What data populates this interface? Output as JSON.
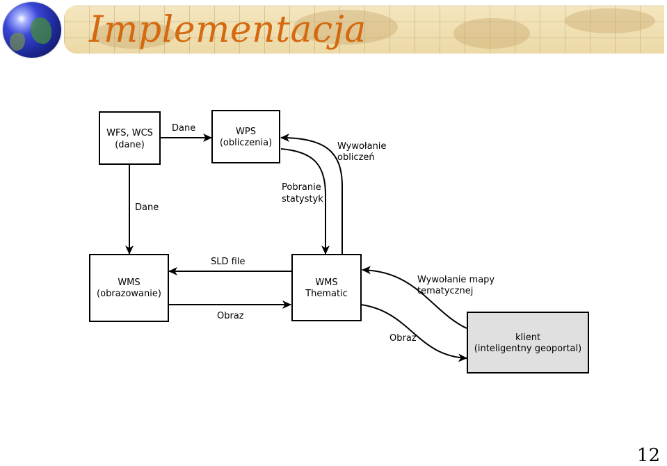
{
  "slide": {
    "title": "Implementacja",
    "page_number": "12"
  },
  "diagram": {
    "nodes": {
      "wfs": {
        "line1": "WFS, WCS",
        "line2": "(dane)"
      },
      "wps": {
        "line1": "WPS",
        "line2": "(obliczenia)"
      },
      "wms": {
        "line1": "WMS",
        "line2": "(obrazowanie)"
      },
      "wmst": {
        "line1": "WMS",
        "line2": "Thematic"
      },
      "client": {
        "line1": "klient",
        "line2": "(inteligentny geoportal)"
      }
    },
    "edges": {
      "wfs_wps": "Dane",
      "wfs_wms": "Dane",
      "wmst_wps_line1": "Wywołanie",
      "wmst_wps_line2": "obliczeń",
      "wps_wmst_line1": "Pobranie",
      "wps_wmst_line2": "statystyk",
      "wmst_wms": "SLD file",
      "wms_wmst": "Obraz",
      "client_wmst_line1": "Wywołanie mapy",
      "client_wmst_line2": "tematycznej",
      "wmst_client": "Obraz"
    }
  }
}
